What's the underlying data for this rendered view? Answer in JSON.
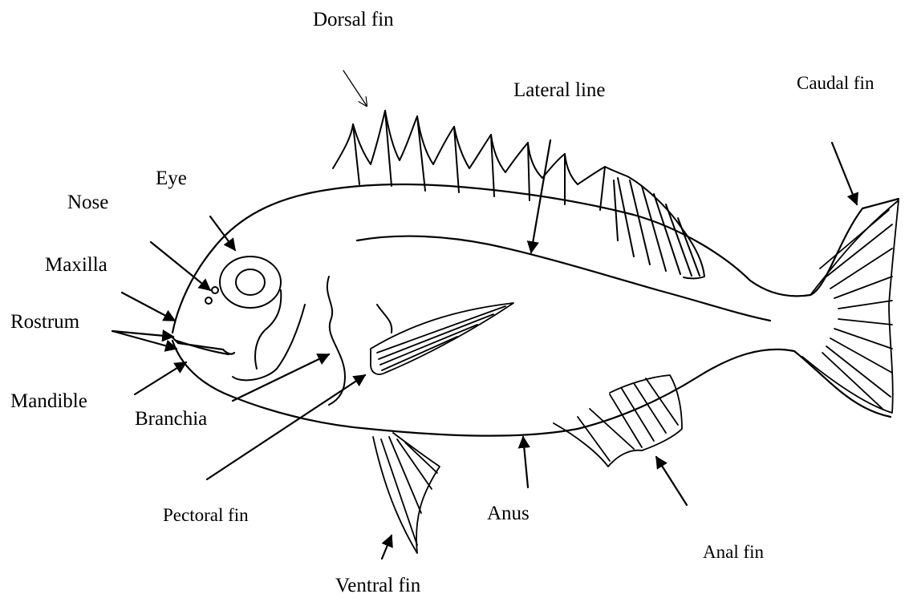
{
  "labels": {
    "dorsal_fin": "Dorsal fin",
    "lateral_line": "Lateral line",
    "caudal_fin": "Caudal fin",
    "eye": "Eye",
    "nose": "Nose",
    "maxilla": "Maxilla",
    "rostrum": "Rostrum",
    "mandible": "Mandible",
    "branchia": "Branchia",
    "pectoral_fin": "Pectoral fin",
    "anus": "Anus",
    "anal_fin": "Anal fin",
    "ventral_fin": "Ventral fin"
  },
  "colors": {
    "ink": "#000000",
    "background": "#ffffff"
  }
}
